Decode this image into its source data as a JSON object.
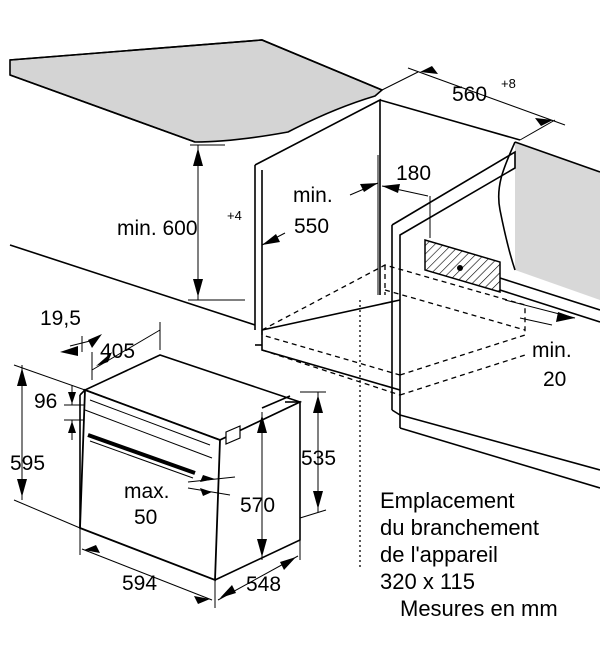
{
  "dimensions": {
    "niche_width": "560",
    "niche_width_tol": "+8",
    "niche_height": "min. 600",
    "niche_height_tol": "+4",
    "depth_min_line1": "min.",
    "depth_min_line2": "550",
    "offset_180": "180",
    "rear_gap_line1": "min.",
    "rear_gap_line2": "20",
    "front_19_5": "19,5",
    "front_405": "405",
    "front_96": "96",
    "oven_height": "595",
    "body_height": "535",
    "inner_height": "570",
    "door_gap_line1": "max.",
    "door_gap_line2": "50",
    "oven_width": "594",
    "oven_depth": "548"
  },
  "notes": {
    "connection_line1": "Emplacement",
    "connection_line2": "du branchement",
    "connection_line3": "de l'appareil",
    "connection_line4": "320 x 115",
    "units": "Mesures en mm"
  }
}
